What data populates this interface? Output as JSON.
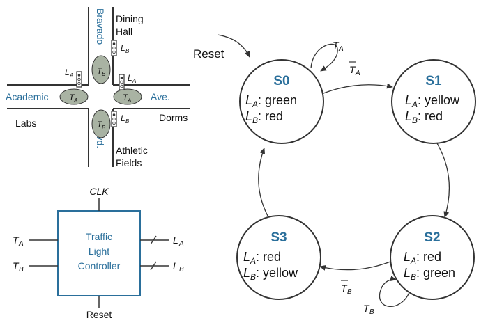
{
  "intersection": {
    "streets": {
      "bravado": "Bravado",
      "blvd": "Blvd.",
      "academic": "Academic",
      "ave": "Ave."
    },
    "places": {
      "dining": "Dining",
      "hall": "Hall",
      "labs": "Labs",
      "dorms": "Dorms",
      "athletic": "Athletic",
      "fields": "Fields"
    },
    "sensors": {
      "ta": "T",
      "tb": "T",
      "sub_a": "A",
      "sub_b": "B"
    },
    "lights": {
      "la": "L",
      "lb": "L",
      "sub_a": "A",
      "sub_b": "B"
    }
  },
  "controller": {
    "clk": "CLK",
    "reset": "Reset",
    "box_line1": "Traffic",
    "box_line2": "Light",
    "box_line3": "Controller",
    "in_ta": "T",
    "in_tb": "T",
    "out_la": "L",
    "out_lb": "L",
    "sub_a": "A",
    "sub_b": "B"
  },
  "fsm": {
    "reset": "Reset",
    "s0": {
      "name": "S0",
      "la_val": ": green",
      "lb_val": ": red"
    },
    "s1": {
      "name": "S1",
      "la_val": ": yellow",
      "lb_val": ": red"
    },
    "s2": {
      "name": "S2",
      "la_val": ": red",
      "lb_val": ": green"
    },
    "s3": {
      "name": "S3",
      "la_val": ": red",
      "lb_val": ": yellow"
    },
    "L": "L",
    "T": "T",
    "sub_a": "A",
    "sub_b": "B"
  },
  "colors": {
    "accent": "#2a6f9b",
    "sensor_fill": "#a9b3a3",
    "line": "#333333"
  }
}
